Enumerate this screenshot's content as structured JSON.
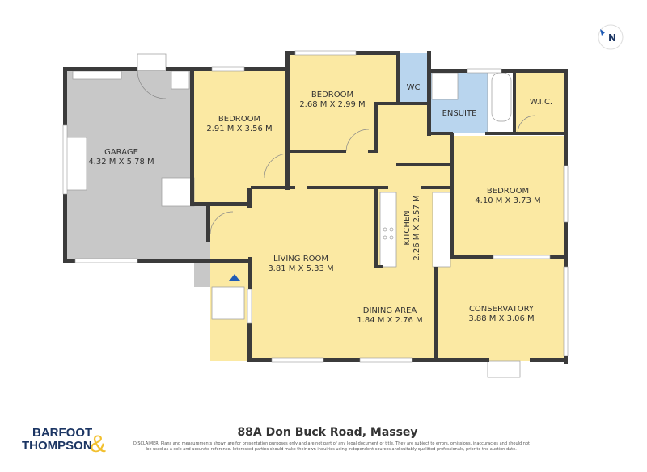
{
  "compass": {
    "label": "N"
  },
  "rooms": {
    "garage": {
      "name": "GARAGE",
      "dims": "4.32 M X 5.78 M"
    },
    "bedroom1": {
      "name": "BEDROOM",
      "dims": "2.91 M X 3.56 M"
    },
    "bedroom2": {
      "name": "BEDROOM",
      "dims": "2.68 M X 2.99 M"
    },
    "wc": {
      "name": "WC"
    },
    "ensuite": {
      "name": "ENSUITE"
    },
    "wic": {
      "name": "W.I.C."
    },
    "bedroom3": {
      "name": "BEDROOM",
      "dims": "4.10 M X 3.73 M"
    },
    "kitchen": {
      "name": "KITCHEN",
      "dims": "2.26 M X 2.57 M"
    },
    "living": {
      "name": "LIVING ROOM",
      "dims": "3.81 M X 5.33 M"
    },
    "dining": {
      "name": "DINING AREA",
      "dims": "1.84 M X 2.76 M"
    },
    "conservatory": {
      "name": "CONSERVATORY",
      "dims": "3.88 M X 3.06 M"
    }
  },
  "colors": {
    "floor": "#fbe9a3",
    "wet": "#b9d5ee",
    "garage": "#c8c8c8",
    "wall": "#3b3b3b",
    "entry_arrow": "#1f5bb5"
  },
  "footer": {
    "address": "88A Don Buck Road, Massey",
    "disclaimer": "DISCLAIMER: Plans and measurements shown are for presentation purposes only and are not part of any legal document or title. They are subject to errors, omissions, inaccuracies and should not be used as a sole and accurate reference. Interested parties should make their own inquiries using independent sources and suitably qualified professionals, prior to the auction date.",
    "logo": {
      "line1": "BARFOOT",
      "line2": "THOMPSON",
      "ampersand": "&"
    }
  }
}
